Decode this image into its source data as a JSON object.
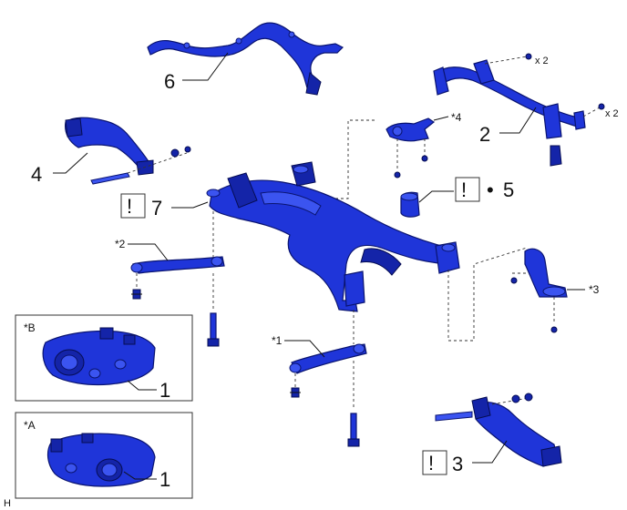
{
  "labels": {
    "part1_b": "1",
    "part1_a": "1",
    "part2": "2",
    "part3": "3",
    "part4": "4",
    "part5": "5",
    "part6": "6",
    "part7": "7",
    "star1": "*1",
    "star2": "*2",
    "star3": "*3",
    "star4": "*4",
    "starA": "*A",
    "starB": "*B",
    "x2_top": "x 2",
    "x2_right": "x 2",
    "bullet": "•",
    "corner": "H"
  },
  "warning_marks": {
    "symbol": "!",
    "at_parts": [
      "7",
      "5",
      "3"
    ]
  },
  "colors": {
    "part_fill": "#1f35d9",
    "part_outline": "#0a1470",
    "line": "#111111"
  },
  "icons": [
    "warning-box-icon",
    "bolt-icon"
  ]
}
